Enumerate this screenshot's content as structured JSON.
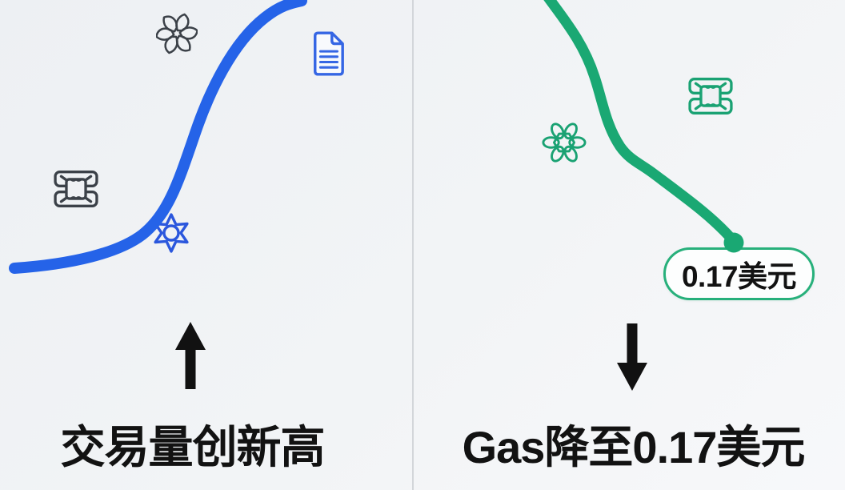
{
  "meta": {
    "kind": "infographic",
    "language": "zh-CN"
  },
  "colors": {
    "background": "#eff1f4",
    "divider": "#d3d6da",
    "text": "#121212",
    "arrow": "#111111"
  },
  "left_panel": {
    "caption": "交易量创新高",
    "trend": "up",
    "arrow_direction": "up",
    "curve_color": "#2563e8",
    "icons": [
      {
        "name": "pinwheel-icon",
        "color": "#3b4148"
      },
      {
        "name": "document-icon",
        "color": "#3566e4"
      },
      {
        "name": "package-icon",
        "color": "#3b4148"
      },
      {
        "name": "gear-star-icon",
        "color": "#2b57dd"
      }
    ]
  },
  "right_panel": {
    "caption": "Gas降至0.17美元",
    "trend": "down",
    "arrow_direction": "down",
    "curve_color": "#1aa873",
    "endpoint_dot_color": "#1aa873",
    "badge": {
      "text": "0.17美元",
      "border_color": "#27b07b",
      "background": "#fdfefe"
    },
    "icons": [
      {
        "name": "atom-flower-icon",
        "color": "#1aa273"
      },
      {
        "name": "package-icon",
        "color": "#1aa273"
      }
    ]
  }
}
